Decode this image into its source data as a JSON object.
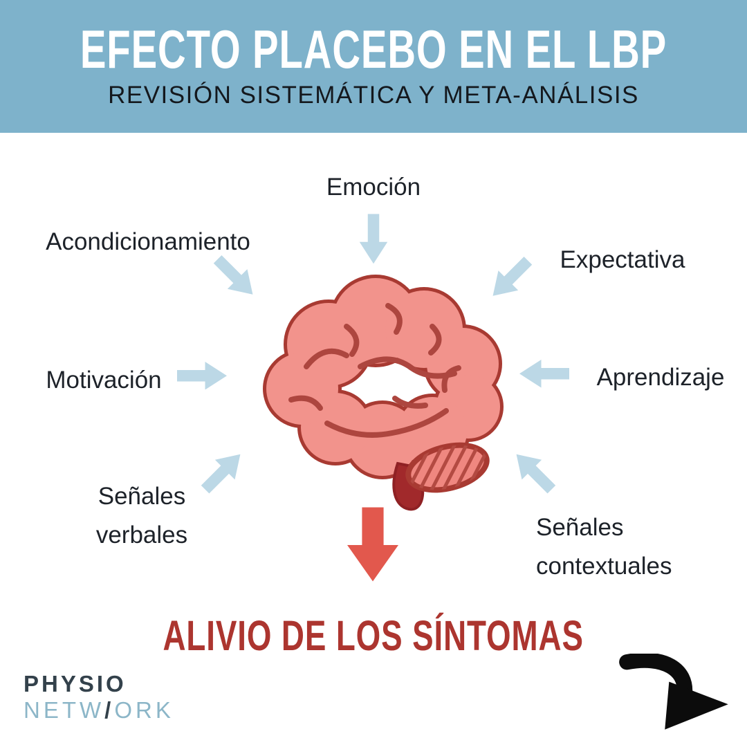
{
  "header": {
    "title": "EFECTO PLACEBO EN EL LBP",
    "subtitle": "REVISIÓN SISTEMÁTICA Y META-ANÁLISIS"
  },
  "factors": [
    {
      "label": "Emoción"
    },
    {
      "label": "Acondicionamiento"
    },
    {
      "label": "Expectativa"
    },
    {
      "label": "Motivación"
    },
    {
      "label": "Aprendizaje"
    },
    {
      "label": "Señales verbales"
    },
    {
      "label": "Señales contextuales"
    }
  ],
  "outcome": {
    "label": "ALIVIO DE LOS SÍNTOMAS"
  },
  "logo": {
    "top": "PHYSIO",
    "bottom_left": "NETW",
    "slash": "/",
    "bottom_right": "ORK"
  },
  "colors": {
    "header_bg": "#7eb2cb",
    "arrow_blue": "#bcd8e6",
    "brain_pink": "#f2938c",
    "brain_outline": "#a83a32",
    "outcome_red": "#ac352f",
    "arrow_red": "#e2584d",
    "logo_blue": "#8cb6c8",
    "logo_dark": "#33414b"
  }
}
